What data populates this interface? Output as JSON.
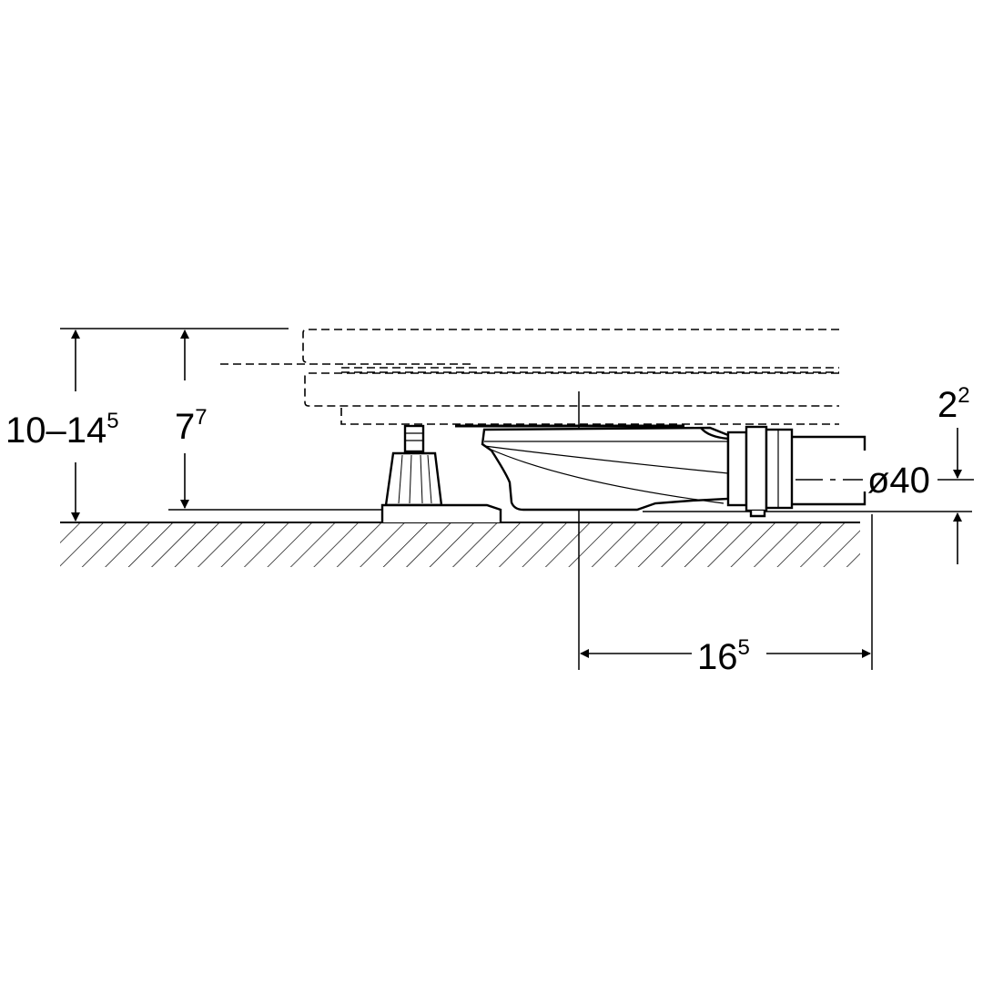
{
  "dimensions": {
    "total_height": {
      "main": "10–14",
      "sup": "5"
    },
    "drain_height": {
      "main": "7",
      "sup": "7"
    },
    "outlet_offset": {
      "main": "2",
      "sup": "2"
    },
    "pipe_diameter": {
      "main": "ø40"
    },
    "centre_to_end": {
      "main": "16",
      "sup": "5"
    }
  }
}
